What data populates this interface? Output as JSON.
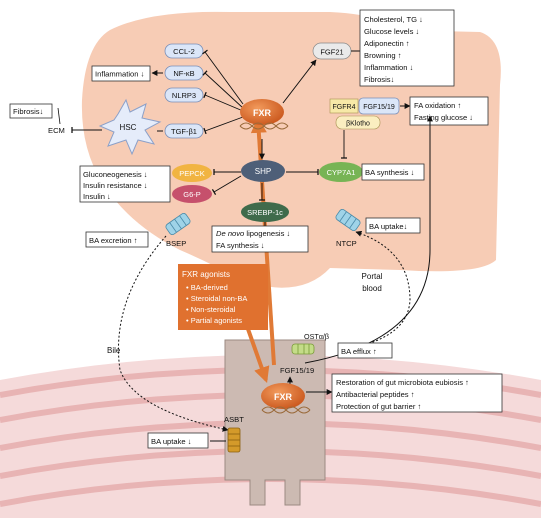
{
  "liver": {
    "fxr": "FXR",
    "shp": "SHP",
    "cyp7a1": "CYP7A1",
    "srebp1c": "SREBP-1c",
    "fgf21": "FGF21",
    "fgfr4": "FGFR4",
    "fgf1519": "FGF15/19",
    "bklotho": "βKlotho",
    "pepck": "PEPCK",
    "g6p": "G6-P",
    "ccl2": "CCL-2",
    "nfkb": "NF-κB",
    "nlrp3": "NLRP3",
    "tgfb1": "TGF-β1",
    "hsc": "HSC",
    "ecm": "ECM",
    "bsep": "BSEP",
    "ntcp": "NTCP"
  },
  "effects": {
    "fgf21_effects": [
      "Cholesterol, TG ↓",
      "Glucose levels ↓",
      "Adiponectin ↑",
      "Browning ↑",
      "Inflammation ↓",
      "Fibrosis↓"
    ],
    "inflammation": "Inflammation ↓",
    "fibrosis": "Fibrosis↓",
    "fa_effects": [
      "FA oxidation ↑",
      "Fasting glucose ↓"
    ],
    "gluco_effects": [
      "Gluconeogenesis ↓",
      "Insulin resistance ↓",
      "Insulin ↓"
    ],
    "ba_synthesis": "BA synthesis ↓",
    "lipo_line1_italic": "De novo",
    "lipo_line1_rest": " lipogenesis ↓",
    "lipo_line2": "FA synthesis ↓",
    "ba_excretion": "BA excretion ↑",
    "ba_uptake_liver": "BA uptake↓",
    "ba_efflux": "BA efflux ↑",
    "ba_uptake_gut": "BA uptake ↓",
    "gut_effects": [
      "Restoration of gut microbiota eubiosis ↑",
      "Antibacterial peptides ↑",
      "Protection of gut barrier ↑"
    ]
  },
  "agonists": {
    "title": "FXR agonists",
    "items": [
      "BA-derived",
      "Steroidal non-BA",
      "Non-steroidal",
      "Partial agonists"
    ]
  },
  "labels": {
    "portal_line1": "Portal",
    "portal_line2": "blood",
    "bile": "Bile",
    "ost": "OSTα/β",
    "asbt": "ASBT",
    "gut_fgf": "FGF15/19",
    "gut_fxr": "FXR"
  },
  "colors": {
    "liver": "#f7c9b0",
    "fxr": "#e0712f",
    "shp": "#4e5f78",
    "cyp7a1": "#77b455",
    "srebp": "#3f6b4b",
    "pepck": "#f1b442",
    "g6p": "#c6506c",
    "receptor": "#dbe6f8",
    "agonist_box": "#e0712f",
    "gut": "#f3d6d6"
  }
}
